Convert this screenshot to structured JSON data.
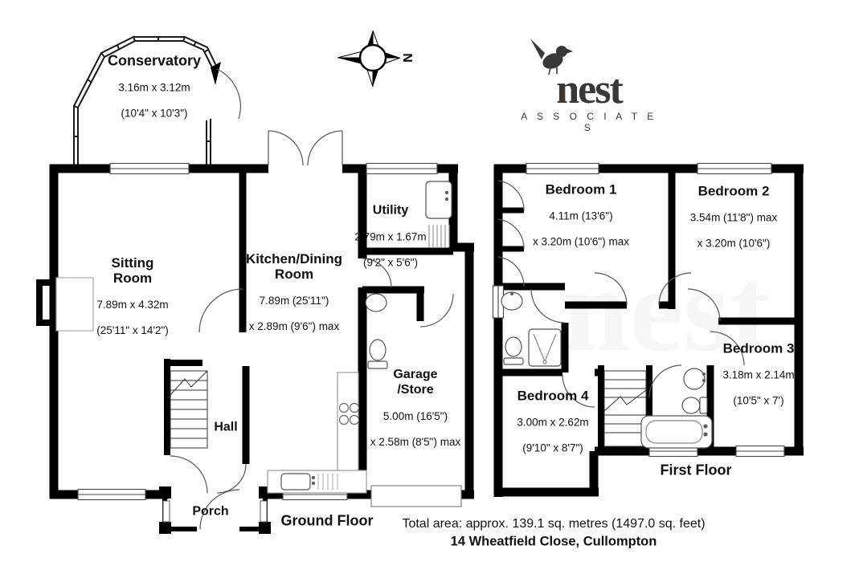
{
  "branding": {
    "logo_text": "nest",
    "logo_subtext": "A S S O C I A T E S",
    "logo_color": "#3b3735"
  },
  "compass": {
    "north_label": "N"
  },
  "floors": [
    {
      "id": "ground",
      "label": "Ground Floor"
    },
    {
      "id": "first",
      "label": "First Floor"
    }
  ],
  "footer": {
    "total_area": "Total area: approx. 139.1 sq. metres (1497.0 sq. feet)",
    "address": "14 Wheatfield Close, Cullompton"
  },
  "rooms": {
    "conservatory": {
      "name": "Conservatory",
      "metric": "3.16m x 3.12m",
      "imperial": "(10'4\" x 10'3\")"
    },
    "sitting_room": {
      "name": "Sitting\nRoom",
      "metric": "7.89m x 4.32m",
      "imperial": "(25'11\" x 14'2\")"
    },
    "kitchen_dining": {
      "name": "Kitchen/Dining\nRoom",
      "metric": "7.89m (25'11\")",
      "imperial": "x 2.89m (9'6\") max"
    },
    "utility": {
      "name": "Utility",
      "metric": "2.79m x 1.67m",
      "imperial": "(9'2\" x 5'6\")"
    },
    "garage_store": {
      "name": "Garage\n/Store",
      "metric": "5.00m (16'5\")",
      "imperial": "x 2.58m (8'5\") max"
    },
    "hall": {
      "name": "Hall"
    },
    "porch": {
      "name": "Porch"
    },
    "bedroom1": {
      "name": "Bedroom 1",
      "metric": "4.11m (13'6\")",
      "imperial": "x 3.20m (10'6\") max"
    },
    "bedroom2": {
      "name": "Bedroom 2",
      "metric": "3.54m (11'8\") max",
      "imperial": "x 3.20m (10'6\")"
    },
    "bedroom3": {
      "name": "Bedroom 3",
      "metric": "3.18m x 2.14m",
      "imperial": "(10'5\" x 7')"
    },
    "bedroom4": {
      "name": "Bedroom 4",
      "metric": "3.00m x 2.62m",
      "imperial": "(9'10\" x 8'7\")"
    }
  }
}
